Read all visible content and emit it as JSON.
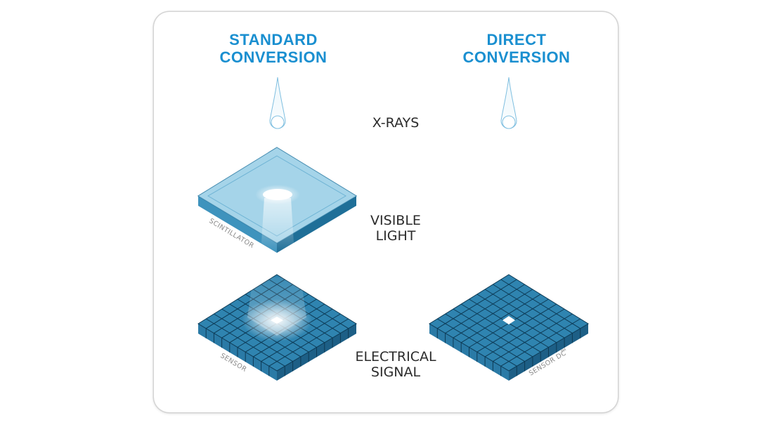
{
  "headings": {
    "standard": [
      "STANDARD",
      "CONVERSION"
    ],
    "direct": [
      "DIRECT",
      "CONVERSION"
    ]
  },
  "stages": {
    "xrays": "X-RAYS",
    "visible_light": [
      "VISIBLE",
      "LIGHT"
    ],
    "electrical_signal": [
      "ELECTRICAL",
      "SIGNAL"
    ]
  },
  "components": {
    "scintillator": "SCINTILLATOR",
    "sensor": "SENSOR",
    "sensor_dc": "SENSOR DC"
  },
  "colors": {
    "heading": "#1a8fd0",
    "sensor_top": "#2f7fa8",
    "sensor_side": "#1b6187",
    "grid_line": "#0d3a55",
    "scintillator_top": "#a8d6ea",
    "glow": "#ffffff"
  }
}
